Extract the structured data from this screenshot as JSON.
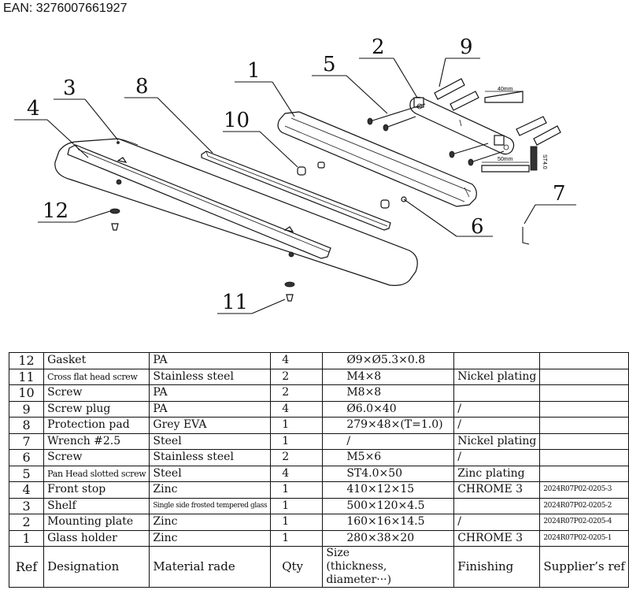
{
  "ean": "EAN: 3276007661927",
  "callouts": {
    "c1": "1",
    "c2": "2",
    "c3": "3",
    "c4": "4",
    "c5": "5",
    "c6": "6",
    "c7": "7",
    "c8": "8",
    "c9": "9",
    "c10": "10",
    "c11": "11",
    "c12": "12"
  },
  "dimension_labels": {
    "plug_length": "40mm",
    "screw_length": "50mm",
    "screw_size": "ST4.0"
  },
  "bom": {
    "headers": {
      "ref": "Ref",
      "designation": "Designation",
      "material": "Material rade",
      "qty": "Qty",
      "size_line1": "Size",
      "size_line2": "(thickness, diameter···)",
      "finishing": "Finishing",
      "supplier": "Supplier’s ref"
    },
    "rows": [
      {
        "ref": "12",
        "designation": "Gasket",
        "material": "PA",
        "qty": "4",
        "size": "Ø9×Ø5.3×0.8",
        "finishing": "",
        "supplier": ""
      },
      {
        "ref": "11",
        "designation": "Cross flat head screw",
        "material": "Stainless steel",
        "qty": "2",
        "size": "M4×8",
        "finishing": "Nickel plating",
        "supplier": ""
      },
      {
        "ref": "10",
        "designation": "Screw",
        "material": "PA",
        "qty": "2",
        "size": "M8×8",
        "finishing": "",
        "supplier": ""
      },
      {
        "ref": "9",
        "designation": "Screw plug",
        "material": "PA",
        "qty": "4",
        "size": "Ø6.0×40",
        "finishing": "/",
        "supplier": ""
      },
      {
        "ref": "8",
        "designation": "Protection pad",
        "material": "Grey EVA",
        "qty": "1",
        "size": "279×48×(T=1.0)",
        "finishing": "/",
        "supplier": ""
      },
      {
        "ref": "7",
        "designation": "Wrench #2.5",
        "material": "Steel",
        "qty": "1",
        "size": "/",
        "finishing": "Nickel plating",
        "supplier": ""
      },
      {
        "ref": "6",
        "designation": "Screw",
        "material": "Stainless steel",
        "qty": "2",
        "size": "M5×6",
        "finishing": "/",
        "supplier": ""
      },
      {
        "ref": "5",
        "designation": "Pan Head slotted screw",
        "material": "Steel",
        "qty": "4",
        "size": "ST4.0×50",
        "finishing": "Zinc plating",
        "supplier": ""
      },
      {
        "ref": "4",
        "designation": "Front stop",
        "material": "Zinc",
        "qty": "1",
        "size": "410×12×15",
        "finishing": "CHROME 3",
        "supplier": "2024R07P02-0205-3"
      },
      {
        "ref": "3",
        "designation": "Shelf",
        "material": "Single side frosted tempered glass",
        "qty": "1",
        "size": "500×120×4.5",
        "finishing": "",
        "supplier": "2024R07P02-0205-2"
      },
      {
        "ref": "2",
        "designation": "Mounting plate",
        "material": "Zinc",
        "qty": "1",
        "size": "160×16×14.5",
        "finishing": "/",
        "supplier": "2024R07P02-0205-4"
      },
      {
        "ref": "1",
        "designation": "Glass holder",
        "material": "Zinc",
        "qty": "1",
        "size": "280×38×20",
        "finishing": "CHROME 3",
        "supplier": "2024R07P02-0205-1"
      }
    ]
  }
}
